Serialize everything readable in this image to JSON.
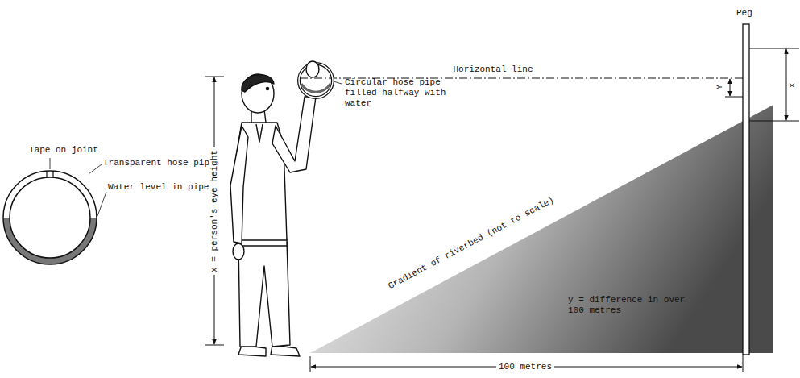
{
  "diagram": {
    "labels": [
      "Peg",
      "Y",
      "x",
      "Horizontal line",
      "Circular hose pipe filled halfway with water",
      "Tape on joint",
      "Transparent hose pipe",
      "Water level in pipe",
      "x = person's eye height",
      "Gradient of riverbed (not to scale)",
      "y = difference in over 100 metres",
      "100 metres"
    ]
  }
}
